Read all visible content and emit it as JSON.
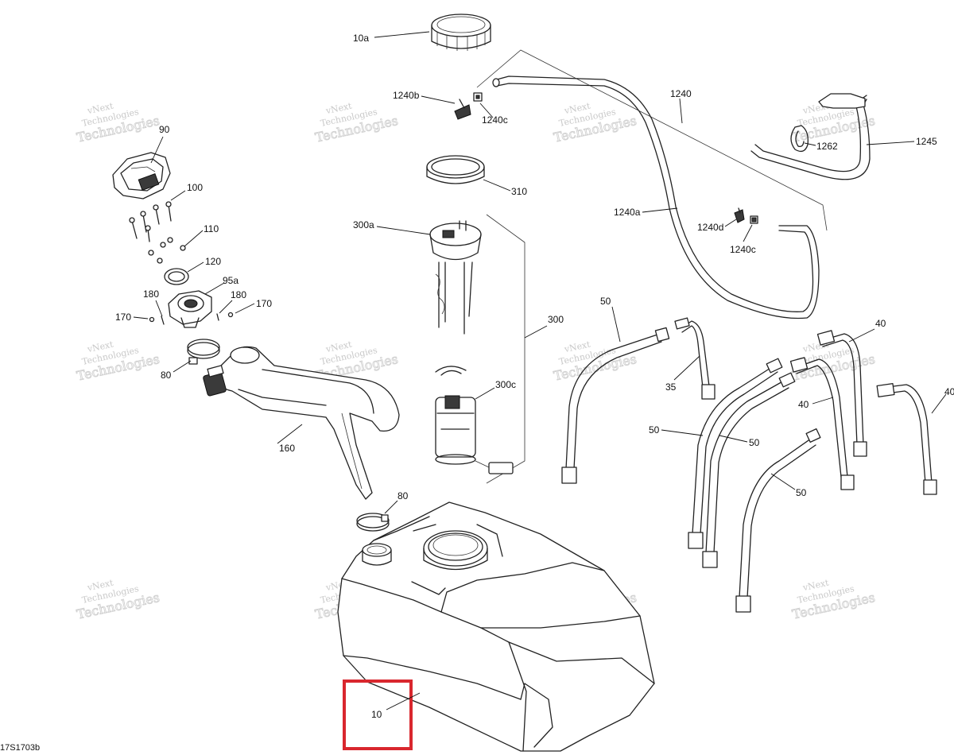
{
  "diagram_id": "17S1703b",
  "watermark": {
    "line1": "vNext",
    "line2": "Technologies"
  },
  "callouts": {
    "c10a": "10a",
    "c90": "90",
    "c100": "100",
    "c110": "110",
    "c120": "120",
    "c95a": "95a",
    "c180a": "180",
    "c180b": "180",
    "c170a": "170",
    "c170b": "170",
    "c80a": "80",
    "c160": "160",
    "c80b": "80",
    "c1240b": "1240b",
    "c1240c_top": "1240c",
    "c1240": "1240",
    "c1262": "1262",
    "c1245": "1245",
    "c310": "310",
    "c300a": "300a",
    "c1240a": "1240a",
    "c1240d": "1240d",
    "c1240c_mid": "1240c",
    "c300": "300",
    "c300c": "300c",
    "c50a": "50",
    "c35": "35",
    "c40a": "40",
    "c40b": "40",
    "c40c": "40",
    "c50b": "50",
    "c50c": "50",
    "c50d": "50",
    "c10": "10"
  },
  "highlight": {
    "target": "10",
    "color": "#d9272e"
  },
  "colors": {
    "line": "#222222",
    "watermark": "#c9c9c9"
  }
}
